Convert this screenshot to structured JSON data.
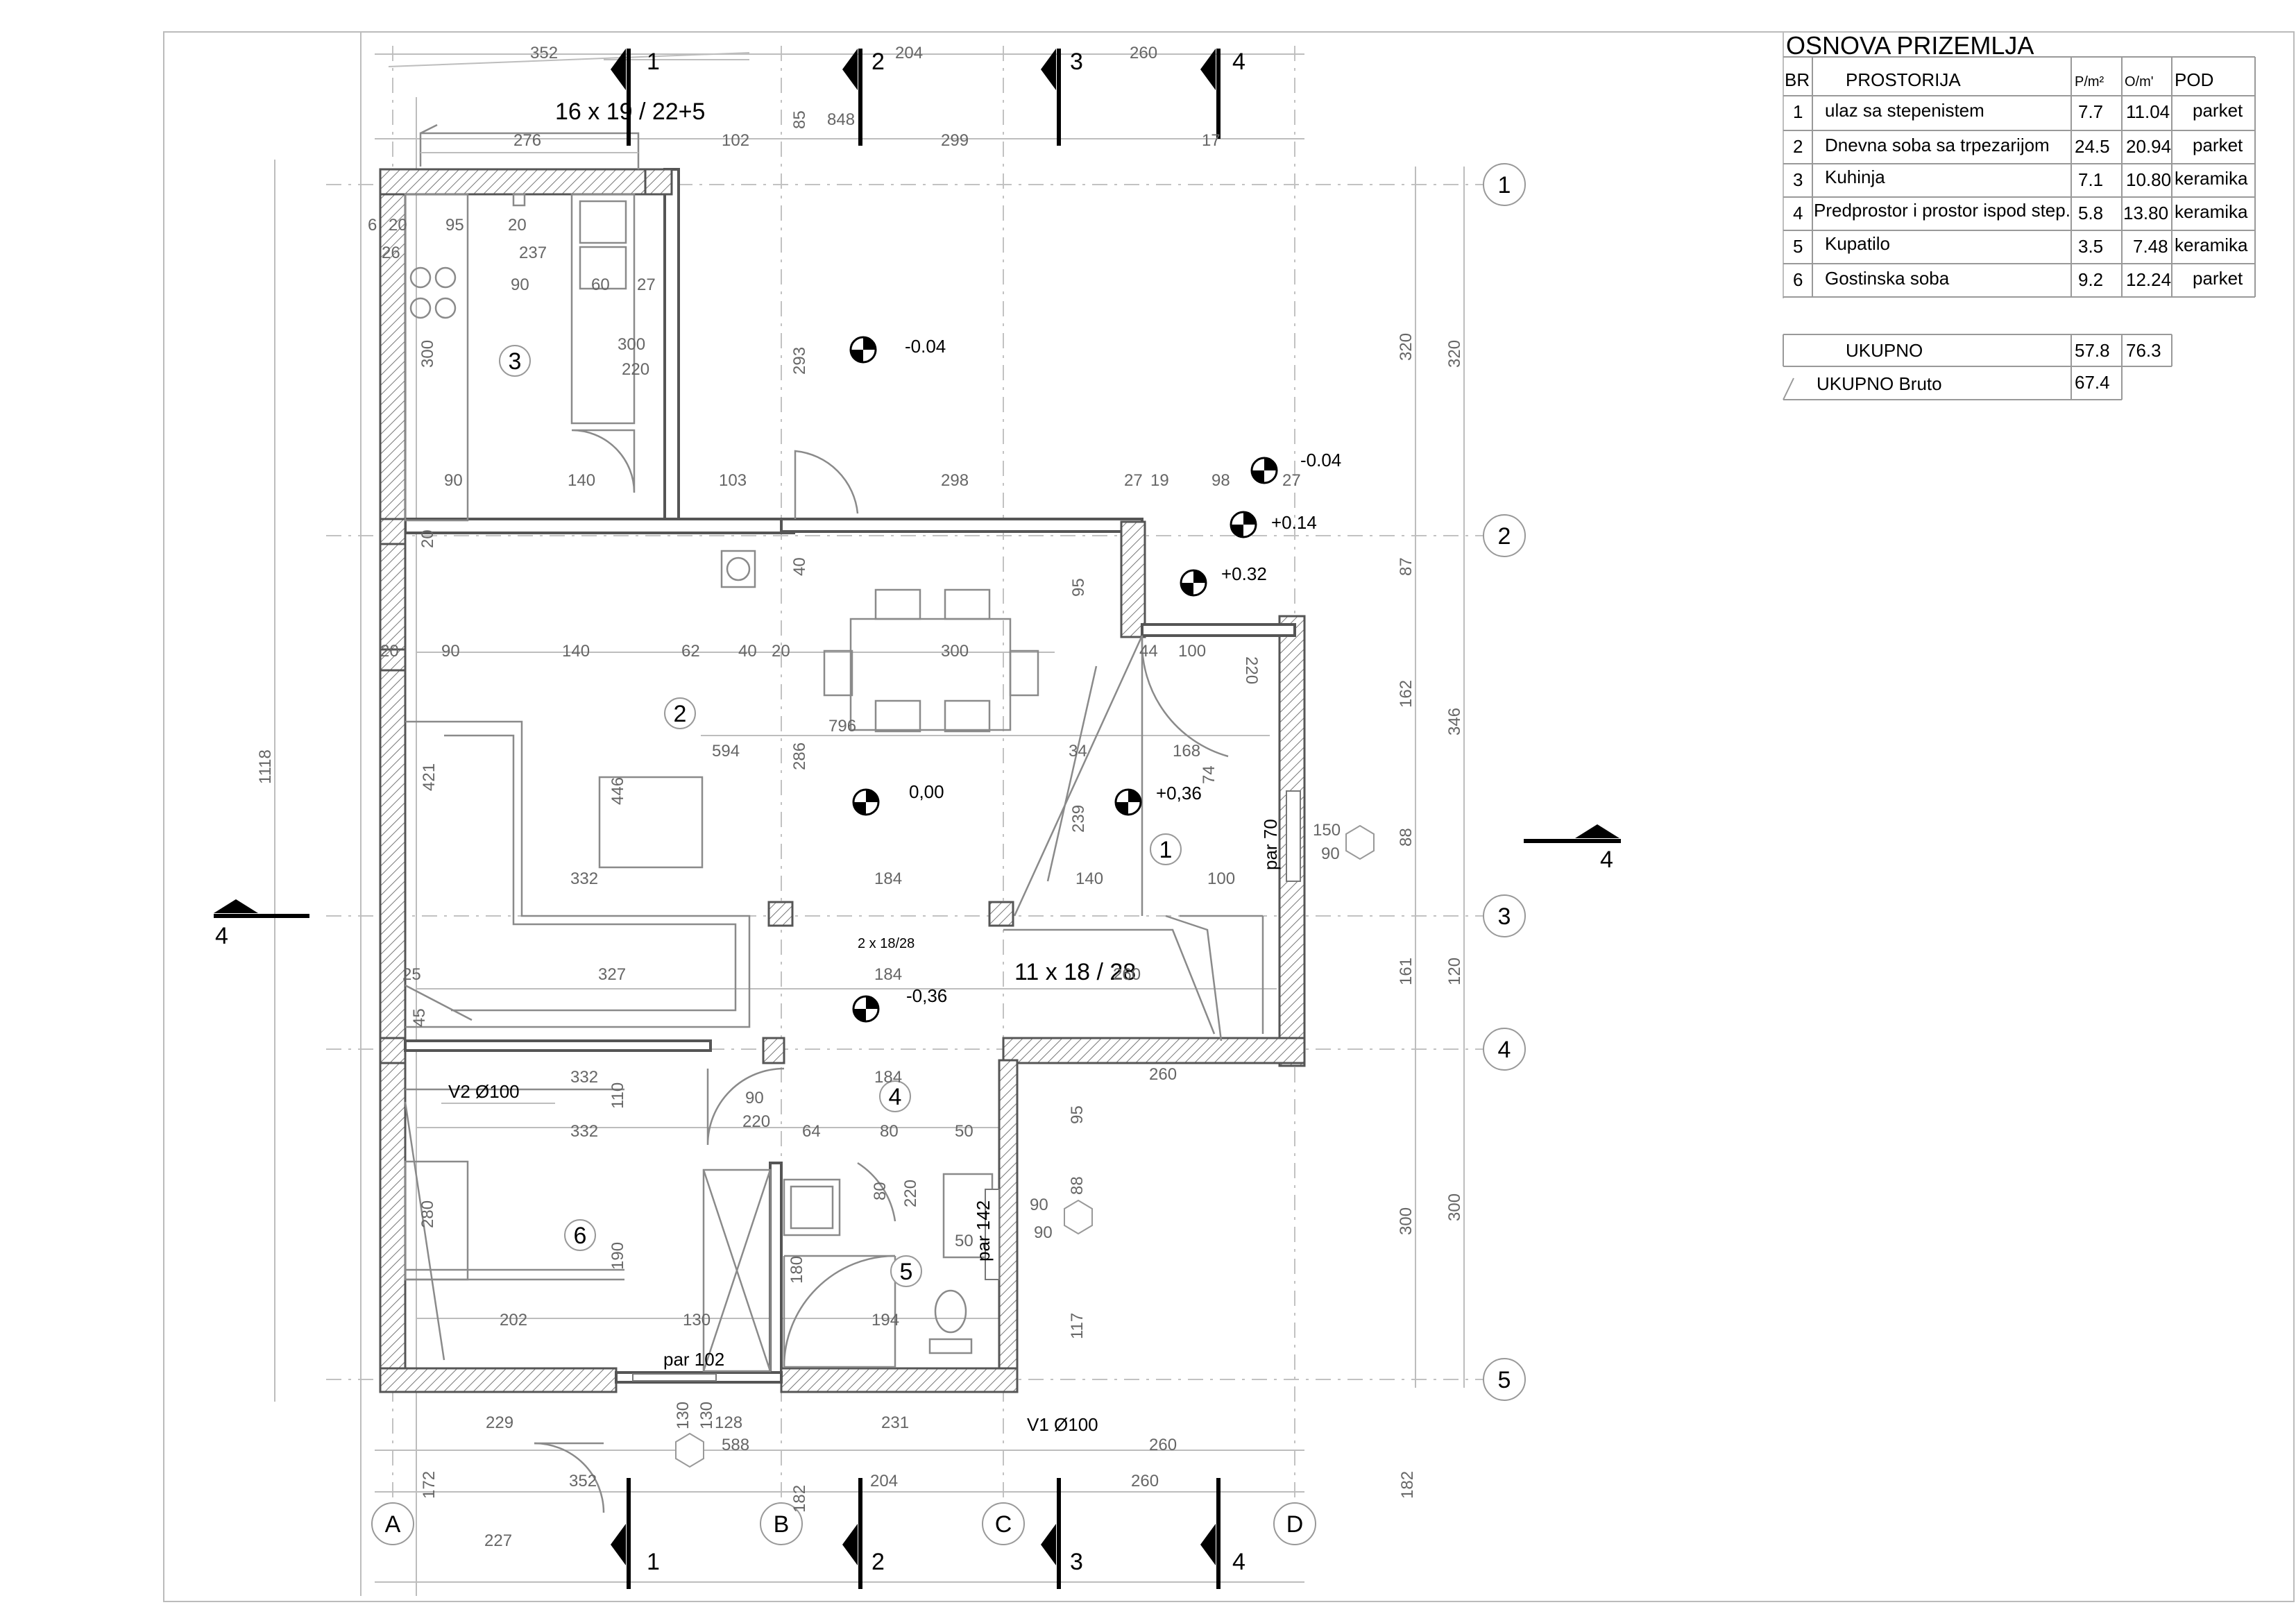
{
  "legend": {
    "title": "OSNOVA  PRIZEMLJA",
    "headers": {
      "br": "BR",
      "prostorija": "PROSTORIJA",
      "p": "P/m²",
      "o": "O/m'",
      "pod": "POD"
    },
    "rows": [
      {
        "br": "1",
        "name": "ulaz sa stepenistem",
        "p": "7.7",
        "o": "11.04",
        "pod": "parket"
      },
      {
        "br": "2",
        "name": "Dnevna soba sa trpezarijom",
        "p": "24.5",
        "o": "20.94",
        "pod": "parket"
      },
      {
        "br": "3",
        "name": "Kuhinja",
        "p": "7.1",
        "o": "10.80",
        "pod": "keramika"
      },
      {
        "br": "4",
        "name": "Predprostor i prostor ispod step.",
        "p": "5.8",
        "o": "13.80",
        "pod": "keramika"
      },
      {
        "br": "5",
        "name": "Kupatilo",
        "p": "3.5",
        "o": "7.48",
        "pod": "keramika"
      },
      {
        "br": "6",
        "name": "Gostinska soba",
        "p": "9.2",
        "o": "12.24",
        "pod": "parket"
      }
    ],
    "total_label": "UKUPNO",
    "total_p": "57.8",
    "total_o": "76.3",
    "bruto_label": "UKUPNO  Bruto",
    "bruto_p": "67.4"
  },
  "plan": {
    "axes_v": [
      "A",
      "B",
      "C",
      "D"
    ],
    "axes_h": [
      "1",
      "2",
      "3",
      "4",
      "5"
    ],
    "sections": [
      "1",
      "2",
      "3",
      "4"
    ],
    "side_section": "4",
    "rooms": [
      "1",
      "2",
      "3",
      "4",
      "5",
      "6"
    ],
    "levels": {
      "l1": "-0.04",
      "l2": "-0.04",
      "l3": "+0.14",
      "l4": "+0.32",
      "l5": "0,00",
      "l6": "+0,36",
      "l7": "-0,36"
    },
    "stairs": {
      "outer": "16 x 19 / 22+5",
      "inner": "11 x 18 / 28",
      "small": "2 x 18/28"
    },
    "notes": {
      "v2": "V2 Ø100",
      "v1": "V1 Ø100",
      "par70": "par 70",
      "par142": "par 142",
      "par102": "par 102"
    },
    "dims": {
      "top1": "352",
      "top2": "204",
      "top3": "260",
      "top4": "276",
      "top5": "102",
      "top6": "85",
      "top7": "848",
      "top8": "299",
      "top9": "17",
      "k1": "95",
      "k2": "20",
      "k3": "237",
      "k4": "90",
      "k5": "60",
      "k6": "27",
      "k7": "300",
      "k8": "220",
      "k9": "300",
      "k10": "293",
      "k11": "26",
      "k12": "20",
      "k13": "6",
      "r1": "90",
      "r2": "140",
      "r3": "103",
      "r4": "298",
      "r5": "27",
      "r6": "19",
      "r7": "98",
      "r8": "27",
      "d1": "20",
      "d2": "90",
      "d3": "140",
      "d4": "62",
      "d5": "40",
      "d6": "20",
      "d7": "300",
      "d8": "100",
      "d9": "220",
      "d10": "796",
      "d11": "594",
      "d12": "286",
      "d13": "168",
      "d14": "34",
      "d15": "74",
      "d16": "421",
      "d17": "446",
      "d18": "332",
      "d19": "184",
      "d20": "140",
      "d21": "100",
      "d22": "239",
      "d23": "150",
      "d24": "90",
      "d25": "327",
      "d26": "184",
      "d27": "260",
      "d28": "25",
      "d29": "45",
      "h1": "332",
      "h2": "332",
      "h3": "110",
      "h4": "184",
      "h5": "90",
      "h6": "220",
      "h7": "64",
      "h8": "80",
      "h9": "50",
      "h10": "80",
      "h11": "220",
      "h12": "90",
      "h13": "90",
      "h14": "50",
      "h15": "280",
      "h16": "190",
      "h17": "202",
      "h18": "130",
      "h19": "194",
      "h20": "180",
      "h21": "117",
      "h22": "95",
      "h23": "88",
      "h24": "260",
      "b1": "229",
      "b2": "128",
      "b3": "231",
      "b4": "260",
      "b5": "588",
      "b6": "352",
      "b7": "204",
      "b8": "260",
      "b9": "227",
      "b10": "172",
      "b11": "182",
      "b12": "130",
      "b13": "130",
      "rs1": "320",
      "rs2": "87",
      "rs3": "162",
      "rs4": "346",
      "rs5": "88",
      "rs6": "161",
      "rs7": "120",
      "rs8": "300",
      "rs9": "300",
      "rs10": "182",
      "ls1": "1118",
      "l20": "20",
      "l40": "40",
      "l95": "95",
      "l44": "44"
    }
  }
}
